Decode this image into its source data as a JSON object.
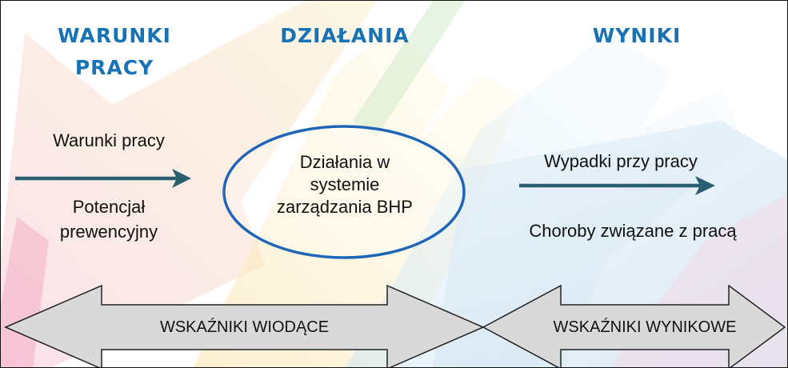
{
  "columns": {
    "left_heading_line1": "WARUNKI",
    "left_heading_line2": "PRACY",
    "center_heading": "DZIAŁANIA",
    "right_heading": "WYNIKI"
  },
  "left": {
    "item1": "Warunki pracy",
    "item2_line1": "Potencjał",
    "item2_line2": "prewencyjny"
  },
  "center": {
    "line1": "Działania w",
    "line2": "systemie",
    "line3": "zarządzania BHP"
  },
  "right": {
    "item1": "Wypadki przy pracy",
    "item2": "Choroby związane z pracą"
  },
  "indicators": {
    "leading": "WSKAŹNIKI WIODĄCE",
    "outcome": "WSKAŹNIKI WYNIKOWE"
  },
  "colors": {
    "heading": "#1873b4",
    "arrow": "#2a5f72",
    "ellipse": "#1f66b8",
    "double_arrow_fill": "#d9d9d9"
  }
}
